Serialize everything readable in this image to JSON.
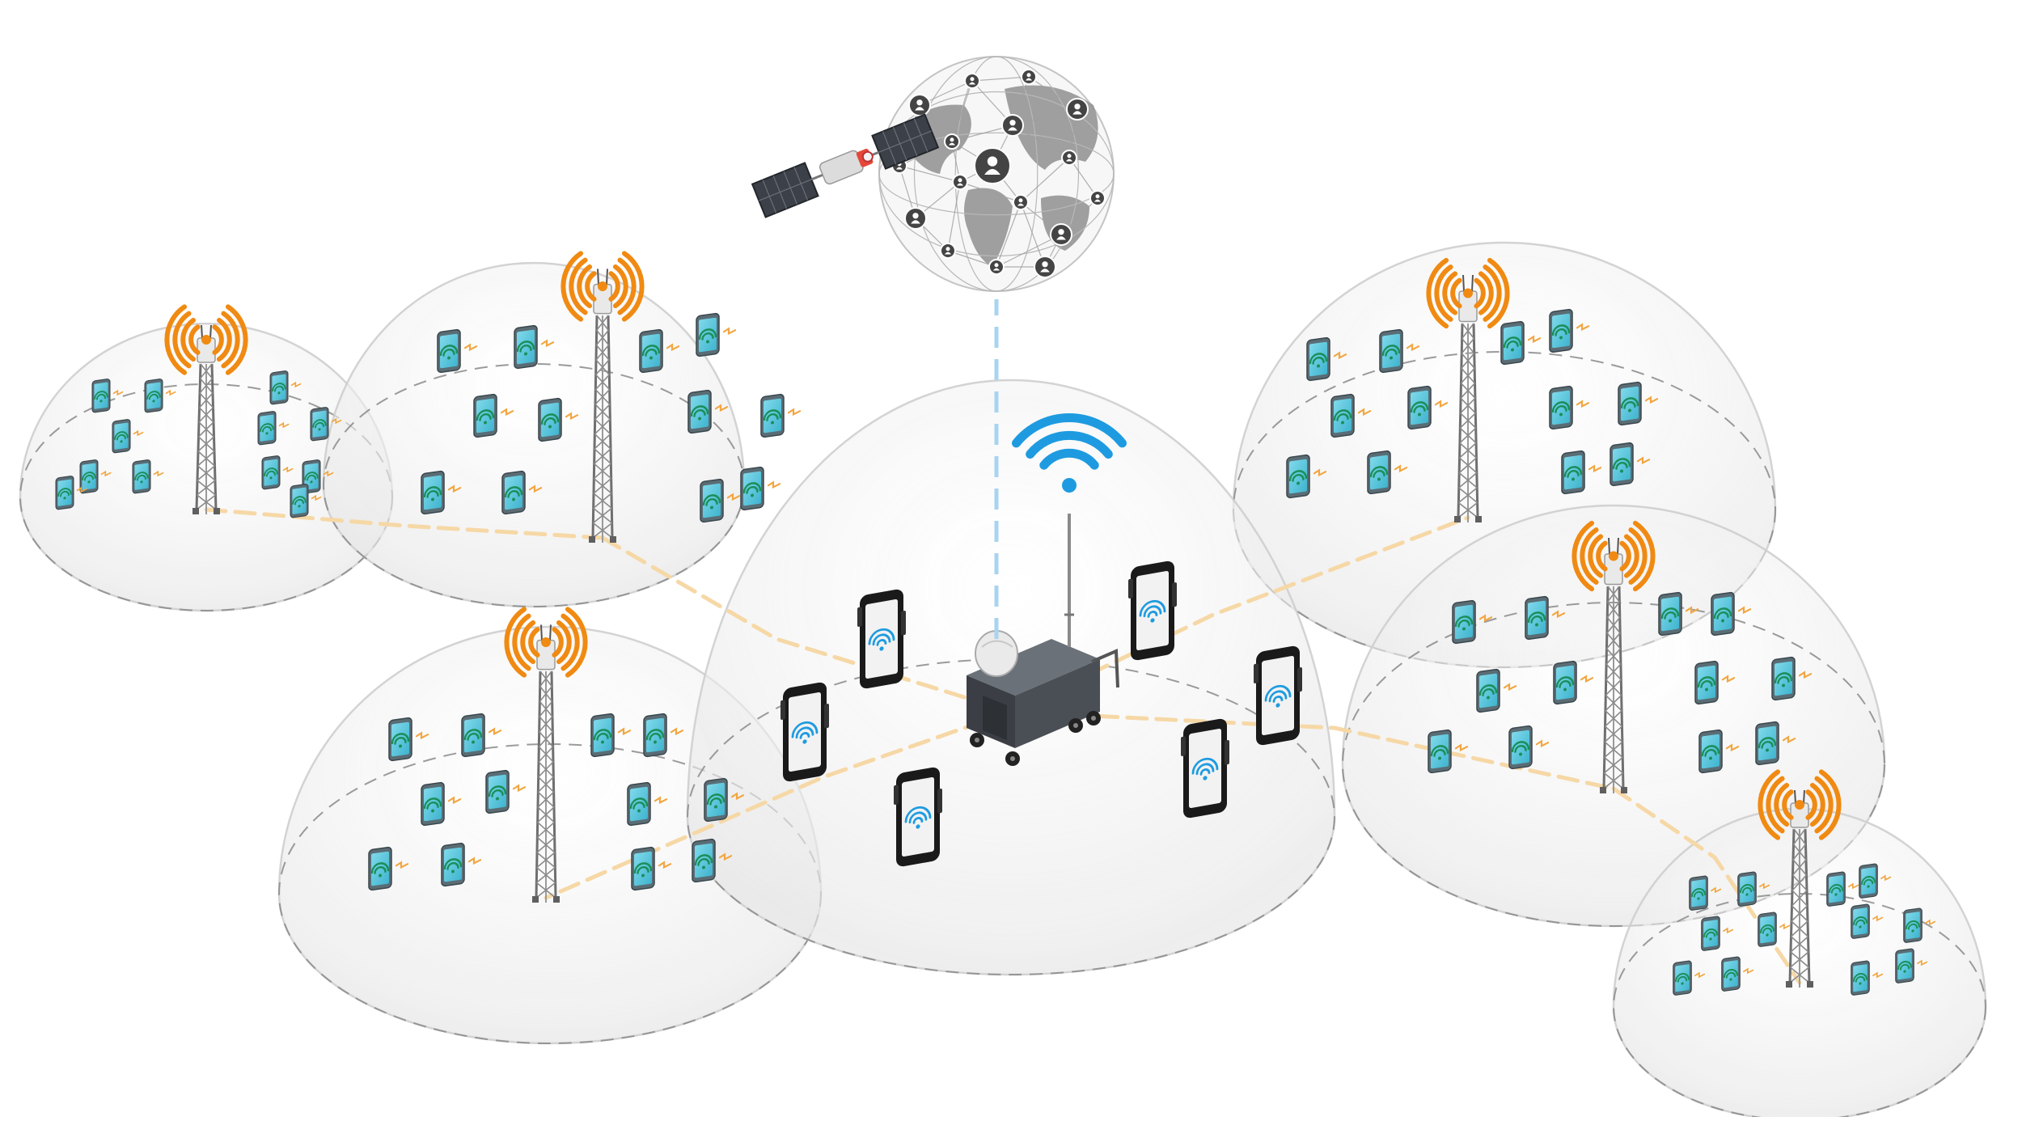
{
  "diagram": {
    "colors": {
      "background": "#ffffff",
      "dome_fill": "#f1f1f1",
      "dome_stroke": "#cfcfcf",
      "coverage_dash": "#8a8a8a",
      "backhaul_link": "#f6d8a6",
      "satellite_link": "#a9d4f0",
      "tower_signal": "#f08a12",
      "wifi_blue": "#1e9be0",
      "phone_screen": "#5ec8dc",
      "phone_wifi": "#1a8f5a",
      "rugged_phone_body": "#1a1a1a",
      "globe_land": "#8f8f8f",
      "cart_body": "#4a4f56"
    },
    "icons": [
      "globe-network-icon",
      "satellite-icon",
      "wifi-signal-icon",
      "cell-tower-icon",
      "broadcast-waves-icon",
      "smartphone-icon",
      "rugged-phone-icon",
      "mobile-base-station-cart-icon"
    ],
    "cells": [
      {
        "id": "far-left",
        "phones": 12
      },
      {
        "id": "top-left",
        "phones": 12
      },
      {
        "id": "bottom-left",
        "phones": 12
      },
      {
        "id": "top-right",
        "phones": 12
      },
      {
        "id": "right",
        "phones": 12
      },
      {
        "id": "bottom-right",
        "phones": 12
      }
    ],
    "central_unit": {
      "rugged_phones": 6,
      "wifi_arcs": 3
    }
  }
}
